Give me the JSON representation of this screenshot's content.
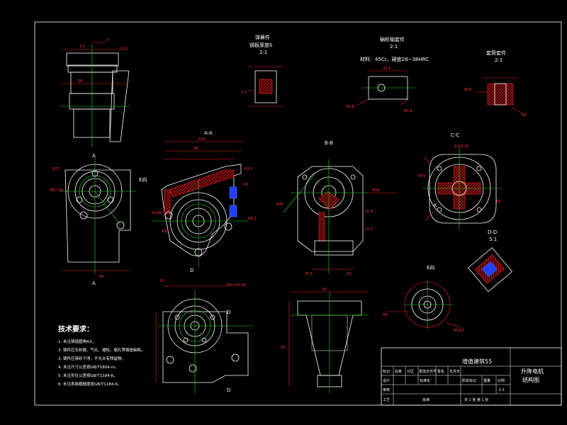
{
  "views": {
    "spring_part": {
      "title": "弹簧件",
      "note": "钢板厚度δ",
      "scale": "2:1"
    },
    "sleeve_part": {
      "title": "蜗轮轴套件",
      "scale": "2:1"
    },
    "material": "材料：45Cr，硬度28~38HRC",
    "bushing_part": {
      "title": "套筒套件",
      "scale": "2:1"
    },
    "section_aa": "A-A",
    "section_bb": "B-B",
    "section_cc": "C-C",
    "section_dd": "D-D",
    "section_dd_scale": "5:1",
    "view_e": "E向",
    "view_a_top": "A",
    "view_a_bottom": "A",
    "view_d_top": "D",
    "view_d_bottom": "D"
  },
  "requirements": {
    "title": "技术要求：",
    "items": [
      "1. 未注铸造圆角R3。",
      "2. 铸件应无砂眼、气孔、缩松、缩孔等铸造缺陷。",
      "3. 铸件应清砂干净，不允许有残留物。",
      "4. 未注尺寸公差按GB/T1804-m。",
      "5. 未注形位公差按GB/T1184-K。",
      "6. 未注表面粗糙度按GB/T1184-K。"
    ]
  },
  "title_block": {
    "designer": "增值建筑55",
    "product_name": "升降电机",
    "drawing_name": "结构图",
    "scale": "1:1",
    "sheet": "共 1 张   第 1 张",
    "rows": [
      "标记",
      "处数",
      "分区",
      "更改文件号",
      "签名",
      "年月日",
      "设计",
      "审核",
      "工艺",
      "标准化",
      "批准"
    ],
    "cells": [
      "阶段标记",
      "重量",
      "比例"
    ]
  }
}
